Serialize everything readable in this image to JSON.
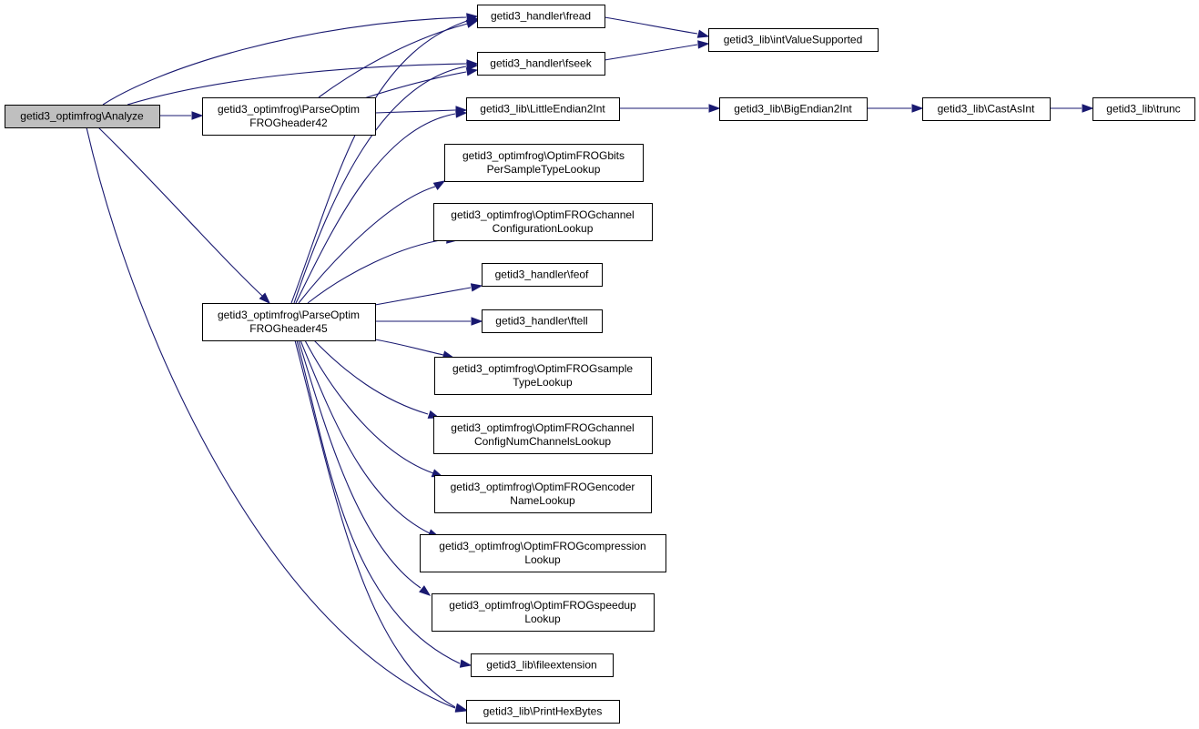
{
  "diagram": {
    "type": "call-graph",
    "colors": {
      "edge": "#191970",
      "root_fill": "#bfbfbf",
      "node_fill": "#ffffff",
      "node_border": "#000000"
    },
    "nodes": [
      {
        "id": "analyze",
        "root": true,
        "lines": [
          "getid3_optimfrog\\Analyze"
        ]
      },
      {
        "id": "parse42",
        "lines": [
          "getid3_optimfrog\\ParseOptim",
          "FROGheader42"
        ]
      },
      {
        "id": "parse45",
        "lines": [
          "getid3_optimfrog\\ParseOptim",
          "FROGheader45"
        ]
      },
      {
        "id": "fread",
        "lines": [
          "getid3_handler\\fread"
        ]
      },
      {
        "id": "fseek",
        "lines": [
          "getid3_handler\\fseek"
        ]
      },
      {
        "id": "intvalue",
        "lines": [
          "getid3_lib\\intValueSupported"
        ]
      },
      {
        "id": "le2int",
        "lines": [
          "getid3_lib\\LittleEndian2Int"
        ]
      },
      {
        "id": "be2int",
        "lines": [
          "getid3_lib\\BigEndian2Int"
        ]
      },
      {
        "id": "castasint",
        "lines": [
          "getid3_lib\\CastAsInt"
        ]
      },
      {
        "id": "trunc",
        "lines": [
          "getid3_lib\\trunc"
        ]
      },
      {
        "id": "bitspersample",
        "lines": [
          "getid3_optimfrog\\OptimFROGbits",
          "PerSampleTypeLookup"
        ]
      },
      {
        "id": "chanconfig",
        "lines": [
          "getid3_optimfrog\\OptimFROGchannel",
          "ConfigurationLookup"
        ]
      },
      {
        "id": "feof",
        "lines": [
          "getid3_handler\\feof"
        ]
      },
      {
        "id": "ftell",
        "lines": [
          "getid3_handler\\ftell"
        ]
      },
      {
        "id": "sampletype",
        "lines": [
          "getid3_optimfrog\\OptimFROGsample",
          "TypeLookup"
        ]
      },
      {
        "id": "numchannels",
        "lines": [
          "getid3_optimfrog\\OptimFROGchannel",
          "ConfigNumChannelsLookup"
        ]
      },
      {
        "id": "encodername",
        "lines": [
          "getid3_optimfrog\\OptimFROGencoder",
          "NameLookup"
        ]
      },
      {
        "id": "compression",
        "lines": [
          "getid3_optimfrog\\OptimFROGcompression",
          "Lookup"
        ]
      },
      {
        "id": "speedup",
        "lines": [
          "getid3_optimfrog\\OptimFROGspeedup",
          "Lookup"
        ]
      },
      {
        "id": "fileext",
        "lines": [
          "getid3_lib\\fileextension"
        ]
      },
      {
        "id": "printhex",
        "lines": [
          "getid3_lib\\PrintHexBytes"
        ]
      }
    ],
    "edges": [
      {
        "from": "analyze",
        "to": "fread"
      },
      {
        "from": "analyze",
        "to": "fseek"
      },
      {
        "from": "analyze",
        "to": "parse42"
      },
      {
        "from": "analyze",
        "to": "parse45"
      },
      {
        "from": "analyze",
        "to": "printhex"
      },
      {
        "from": "parse42",
        "to": "fread"
      },
      {
        "from": "parse42",
        "to": "fseek"
      },
      {
        "from": "parse42",
        "to": "le2int"
      },
      {
        "from": "parse45",
        "to": "fread"
      },
      {
        "from": "parse45",
        "to": "fseek"
      },
      {
        "from": "parse45",
        "to": "le2int"
      },
      {
        "from": "parse45",
        "to": "bitspersample"
      },
      {
        "from": "parse45",
        "to": "chanconfig"
      },
      {
        "from": "parse45",
        "to": "feof"
      },
      {
        "from": "parse45",
        "to": "ftell"
      },
      {
        "from": "parse45",
        "to": "sampletype"
      },
      {
        "from": "parse45",
        "to": "numchannels"
      },
      {
        "from": "parse45",
        "to": "encodername"
      },
      {
        "from": "parse45",
        "to": "compression"
      },
      {
        "from": "parse45",
        "to": "speedup"
      },
      {
        "from": "parse45",
        "to": "fileext"
      },
      {
        "from": "parse45",
        "to": "printhex"
      },
      {
        "from": "fread",
        "to": "intvalue"
      },
      {
        "from": "fseek",
        "to": "intvalue"
      },
      {
        "from": "le2int",
        "to": "be2int"
      },
      {
        "from": "be2int",
        "to": "castasint"
      },
      {
        "from": "castasint",
        "to": "trunc"
      }
    ]
  }
}
